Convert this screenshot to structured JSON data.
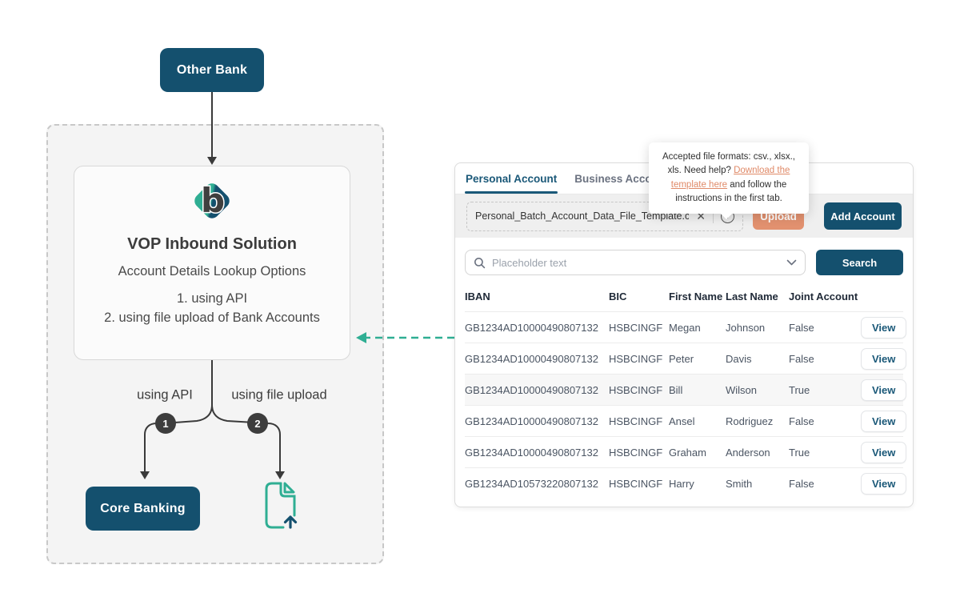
{
  "colors": {
    "navy": "#14506E",
    "teal": "#2FAE93",
    "salmon": "#E2916F",
    "salmon_link": "#E08A68",
    "charcoal": "#3D3D3D",
    "tab_active": "#1A5878"
  },
  "diagram": {
    "other_bank": "Other Bank",
    "logo_letter": "b",
    "solution_title": "VOP Inbound Solution",
    "solution_subtitle": "Account Details Lookup Options",
    "options": [
      "1. using API",
      "2. using file upload of Bank Accounts"
    ],
    "branch_left_label": "using API",
    "branch_right_label": "using file upload",
    "badges": [
      "1",
      "2"
    ],
    "core_banking": "Core Banking"
  },
  "panel": {
    "tabs": [
      {
        "label": "Personal Account",
        "active": true
      },
      {
        "label": "Business Account",
        "active": false
      }
    ],
    "upload": {
      "filename": "Personal_Batch_Account_Data_File_Template.csv",
      "clear_icon": "✕",
      "help_icon": "?",
      "upload_button": "Upload",
      "add_account_button": "Add Account"
    },
    "tooltip": {
      "before": "Accepted file formats: csv., xlsx., xls. Need help? ",
      "link": "Download the template here",
      "after": " and follow the instructions in the first tab."
    },
    "search": {
      "placeholder": "Placeholder text",
      "button": "Search"
    },
    "table": {
      "columns": [
        "IBAN",
        "BIC",
        "First Name",
        "Last Name",
        "Joint Account"
      ],
      "view_label": "View",
      "rows": [
        {
          "iban": "GB1234AD10000490807132",
          "bic": "HSBCINGF",
          "first_name": "Megan",
          "last_name": "Johnson",
          "joint": "False",
          "highlighted": false
        },
        {
          "iban": "GB1234AD10000490807132",
          "bic": "HSBCINGF",
          "first_name": "Peter",
          "last_name": "Davis",
          "joint": "False",
          "highlighted": false
        },
        {
          "iban": "GB1234AD10000490807132",
          "bic": "HSBCINGF",
          "first_name": "Bill",
          "last_name": "Wilson",
          "joint": "True",
          "highlighted": true
        },
        {
          "iban": "GB1234AD10000490807132",
          "bic": "HSBCINGF",
          "first_name": "Ansel",
          "last_name": "Rodriguez",
          "joint": "False",
          "highlighted": false
        },
        {
          "iban": "GB1234AD10000490807132",
          "bic": "HSBCINGF",
          "first_name": "Graham",
          "last_name": "Anderson",
          "joint": "True",
          "highlighted": false
        },
        {
          "iban": "GB1234AD10573220807132",
          "bic": "HSBCINGF",
          "first_name": "Harry",
          "last_name": "Smith",
          "joint": "False",
          "highlighted": false
        }
      ]
    }
  }
}
